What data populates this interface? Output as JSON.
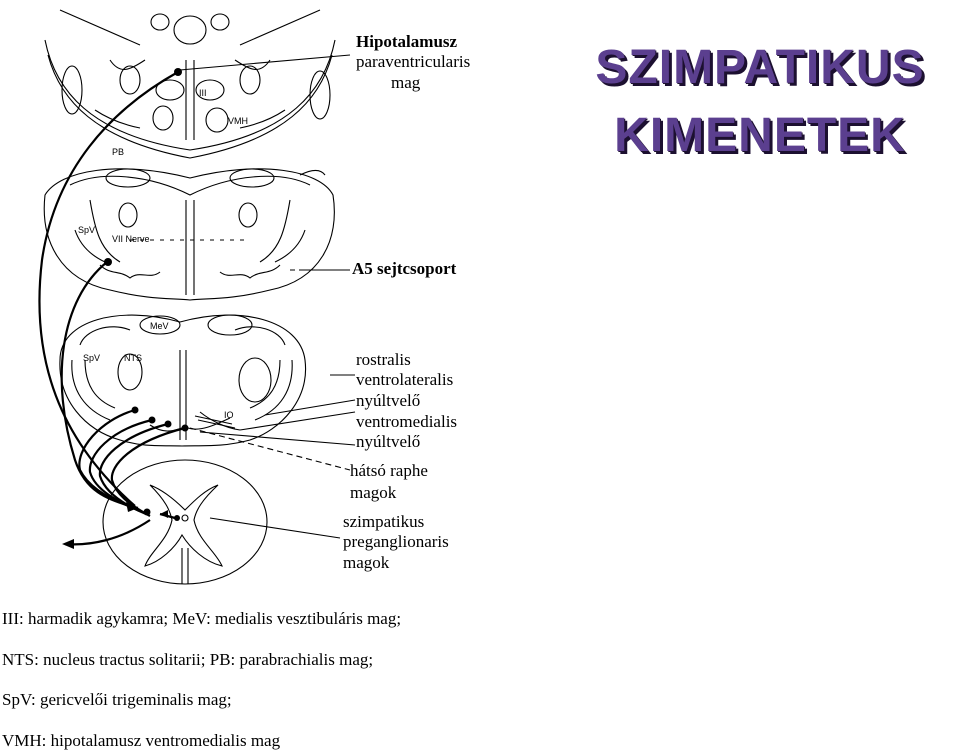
{
  "title": {
    "line1": "SZIMPATIKUS",
    "line2": "KIMENETEK"
  },
  "labels": {
    "hypothalamus_title": "Hipotalamusz",
    "hypothalamus_sub1": "paraventricularis",
    "hypothalamus_sub2": "mag",
    "a5": "A5 sejtcsoport",
    "rostral_1": "rostralis",
    "rostral_2": "ventrolateralis",
    "rostral_3": "nyúltvelő",
    "ventromed_1": "ventromedialis",
    "ventromed_2": "nyúltvelő",
    "raphe_1": "hátsó raphe",
    "raphe_2": "magok",
    "symp_1": "szimpatikus",
    "symp_2": "preganglionaris",
    "symp_3": "magok"
  },
  "small_labels": {
    "third_ventricle": "III",
    "vmh": "VMH",
    "pb": "PB",
    "spv_upper": "SpV",
    "vii_nerve": "VII Nerve",
    "mev": "MeV",
    "spv_lower": "SpV",
    "nts": "NTS",
    "io": "IO"
  },
  "legend": [
    "III: harmadik agykamra;  MeV: medialis vesztibuláris mag;",
    "NTS: nucleus tractus solitarii; PB: parabrachialis mag;",
    "SpV: gericvelői trigeminalis mag;",
    "VMH: hipotalamusz ventromedialis mag"
  ]
}
